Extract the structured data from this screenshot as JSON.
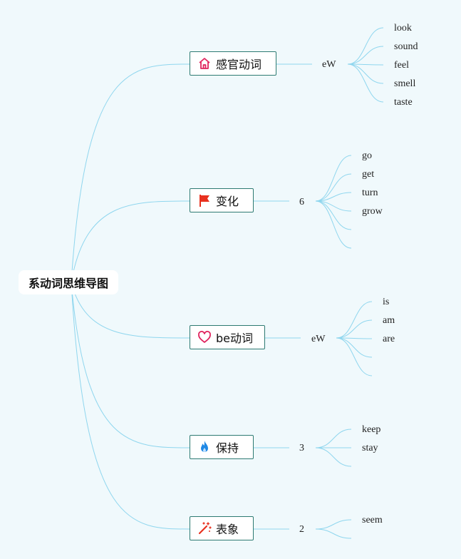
{
  "root": {
    "label": "系动词思维导图"
  },
  "branches": [
    {
      "label": "感官动词",
      "icon": "house-icon",
      "connector": "eW",
      "leaves": [
        "look",
        "sound",
        "feel",
        "smell",
        "taste"
      ]
    },
    {
      "label": "变化",
      "icon": "flag-icon",
      "connector": "6",
      "leaves": [
        "go",
        "get",
        "turn",
        "grow",
        "",
        ""
      ]
    },
    {
      "label": "be动词",
      "icon": "heart-icon",
      "connector": "eW",
      "leaves": [
        "is",
        "am",
        "are",
        "",
        ""
      ]
    },
    {
      "label": "保持",
      "icon": "flame-icon",
      "connector": "3",
      "leaves": [
        "keep",
        "stay",
        ""
      ]
    },
    {
      "label": "表象",
      "icon": "magic-wand-icon",
      "connector": "2",
      "leaves": [
        "seem",
        ""
      ]
    }
  ],
  "colors": {
    "background": "#f0f9fc",
    "link": "#8fd6ee",
    "branch_border": "#2d7a72",
    "house": "#e0245e",
    "flag": "#e8311f",
    "heart": "#e0245e",
    "flame": "#1e88e5",
    "wand": "#e8311f"
  }
}
